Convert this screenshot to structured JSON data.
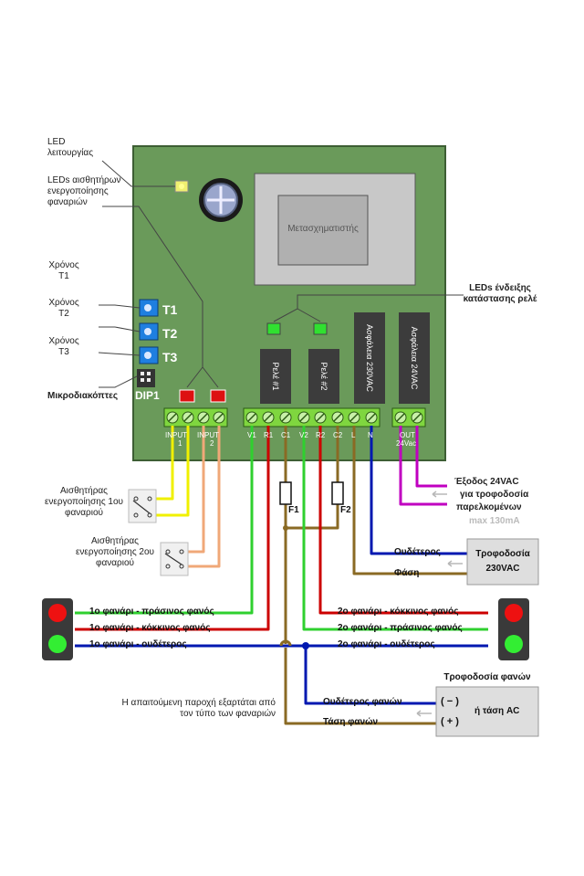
{
  "labels": {
    "led_power": "LED λειτουργίας",
    "leds_sensor": "LEDs αισθητήρων ενεργοποίησης φαναριών",
    "time_t1": "Χρόνος T1",
    "time_t2": "Χρόνος T2",
    "time_t3": "Χρόνος T3",
    "dip_switches": "Μικροδιακόπτες",
    "leds_relay": "LEDs ένδειξης κατάστασης ρελέ",
    "sensor1": "Αισθητήρας ενεργοποίησης 1ου φαναριού",
    "sensor2": "Αισθητήρας ενεργοποίησης 2ου φαναριού",
    "output_24vac_line1": "Έξοδος 24VAC",
    "output_24vac_line2": "για τροφοδοσία",
    "output_24vac_line3": "παρελκομένων",
    "output_24vac_max": "max 130mA",
    "supply_note": "Η απαιτούμενη παροχή εξαρτάται από τον τύπο των φαναριών"
  },
  "board": {
    "transformer": "Μετασχηματιστής",
    "relay1": "Ρελέ #1",
    "relay2": "Ρελέ #2",
    "fuse_230": "Ασφάλεια 230VAC",
    "fuse_24": "Ασφάλεια 24VAC",
    "t1": "T1",
    "t2": "T2",
    "t3": "T3",
    "dip1": "DIP1",
    "input": "INPUT",
    "input1_num": "1",
    "input2_num": "2",
    "terminals": [
      "V1",
      "R1",
      "C1",
      "V2",
      "R2",
      "C2",
      "L",
      "N"
    ],
    "out": "OUT",
    "out_24vac": "24Vac"
  },
  "fuses": {
    "f1": "F1",
    "f2": "F2"
  },
  "wires": {
    "l1_green": "1ο φανάρι - πράσινος φανός",
    "l1_red": "1ο φανάρι - κόκκινος φανός",
    "l1_neutral": "1ο φανάρι - ουδέτερος",
    "l2_red": "2ο φανάρι - κόκκινος φανός",
    "l2_green": "2ο φανάρι - πράσινος φανός",
    "l2_neutral": "2ο φανάρι - ουδέτερος",
    "neutral": "Ουδέτερος",
    "phase": "Φάση",
    "lamps_neutral": "Ουδέτερος φανών",
    "lamps_voltage": "Τάση φανών"
  },
  "supplies": {
    "mains_line1": "Τροφοδοσία",
    "mains_line2": "230VAC",
    "lamps_title": "Τροφοδοσία φανών",
    "minus": "( − )",
    "plus": "( + )",
    "or_ac": "ή  τάση AC"
  },
  "colors": {
    "board": "#6a9a5a",
    "board_border": "#3d5e34",
    "relay_dark": "#3c3c3c",
    "terminal": "#7fd63f",
    "wire_green": "#2fd02f",
    "wire_red": "#cc0000",
    "wire_blue": "#0018b0",
    "wire_brown": "#8a6a24",
    "wire_yellow": "#f0f000",
    "wire_salmon": "#f0a878",
    "wire_purple": "#c000c0",
    "supply_box": "#dedede"
  }
}
